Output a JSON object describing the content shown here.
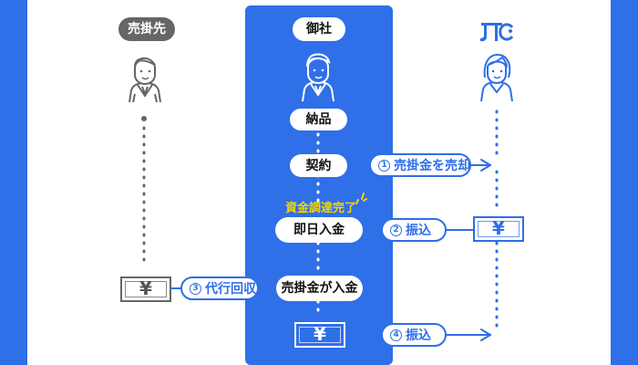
{
  "colors": {
    "brand_blue": "#2f6fe8",
    "gray": "#666666",
    "accent_yellow": "#f5d400",
    "white": "#ffffff"
  },
  "actors": {
    "left": {
      "label": "売掛先",
      "icon": "businessman-icon"
    },
    "center": {
      "label": "御社",
      "icon": "businessman-icon"
    },
    "right": {
      "logo_icon": "jtc-logo",
      "icon": "businesswoman-icon"
    }
  },
  "center_steps": {
    "delivery": "納品",
    "contract": "契約",
    "same_day_deposit": "即日入金",
    "receivable_deposit": "売掛金が入金"
  },
  "status": {
    "funding_complete": "資金調達完了"
  },
  "flow_labels": {
    "step1_number": "1",
    "step1_text": "売掛金を売却",
    "step2_number": "2",
    "step2_text": "振込",
    "step3_number": "3",
    "step3_text": "代行回収",
    "step4_number": "4",
    "step4_text": "振込"
  },
  "currency": {
    "yen": "¥"
  }
}
